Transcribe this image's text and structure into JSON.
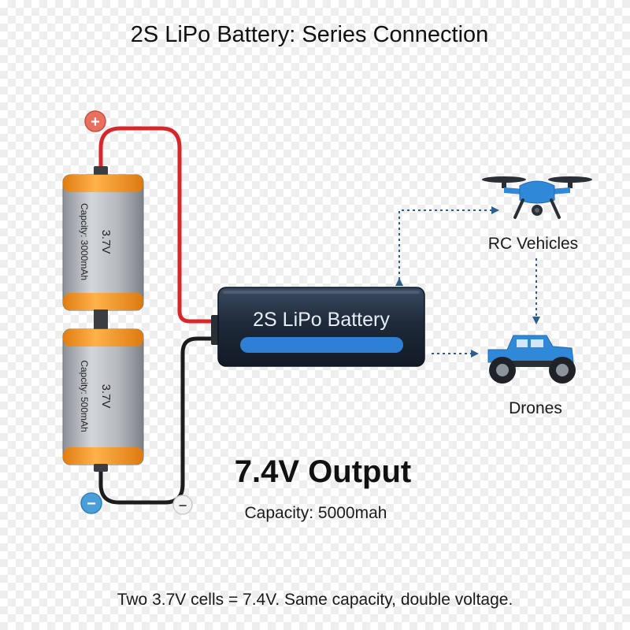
{
  "title": "2S LiPo Battery: Series Connection",
  "cells": [
    {
      "voltage": "3.7V",
      "capacity": "Capcity: 3000mAh"
    },
    {
      "voltage": "3.7V",
      "capacity": "Capcity: 500mAh"
    }
  ],
  "terminals": {
    "positive": "+",
    "negative": "−",
    "battery_negative": "−"
  },
  "pack": {
    "label": "2S LiPo Battery"
  },
  "devices": {
    "rc_vehicles_label": "RC Vehicles",
    "drones_label": "Drones"
  },
  "output": {
    "voltage": "7.4V Output",
    "capacity": "Capacity: 5000mah"
  },
  "footer": "Two 3.7V cells = 7.4V. Same capacity, double voltage.",
  "colors": {
    "cell_orange": "#f59a2c",
    "cell_body": "#a9adb3",
    "positive_wire": "#d9262b",
    "negative_wire": "#1c1c1c",
    "positive_terminal": "#e8705e",
    "negative_terminal": "#4a9fd8",
    "pack_body": "#1f2c3c",
    "pack_stripe": "#2e7fd6",
    "device_blue": "#2f88d8",
    "arrow": "#2f5d8c"
  }
}
